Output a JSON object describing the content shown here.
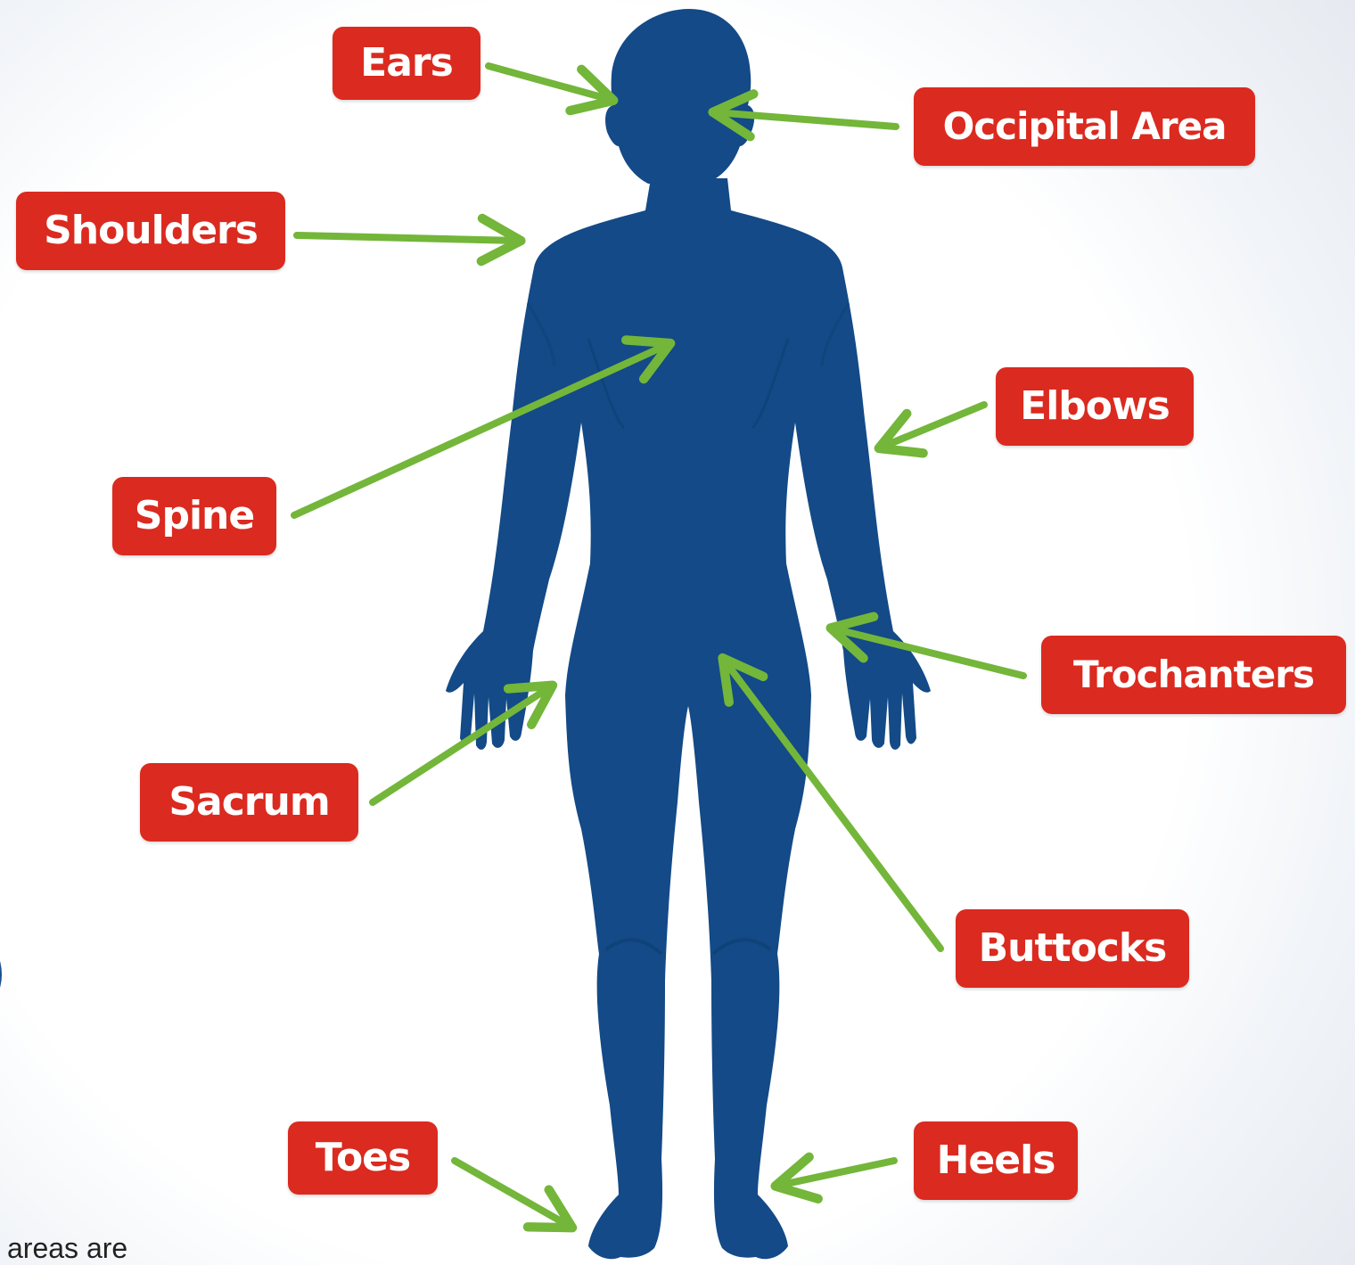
{
  "labels": {
    "ears": "Ears",
    "occipital": "Occipital Area",
    "shoulders": "Shoulders",
    "elbows": "Elbows",
    "spine": "Spine",
    "trochanters": "Trochanters",
    "sacrum": "Sacrum",
    "buttocks": "Buttocks",
    "toes": "Toes",
    "heels": "Heels"
  },
  "footer_text": "areas are",
  "colors": {
    "body": "#134a87",
    "body_shadow": "#0f3f75",
    "label_bg": "#db2a1f",
    "label_text": "#ffffff",
    "arrow": "#73b63a"
  }
}
